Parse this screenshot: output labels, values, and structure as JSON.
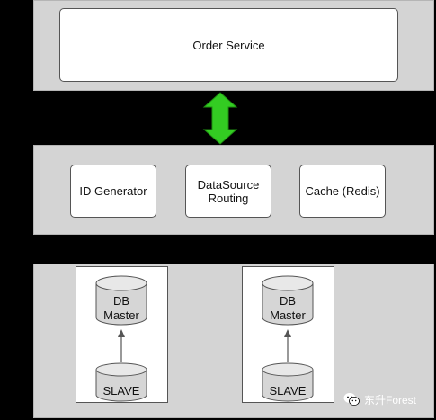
{
  "top_layer": {
    "order_service_label": "Order Service"
  },
  "middle_layer": {
    "id_generator_label": "ID Generator",
    "datasource_routing_label": "DataSource\nRouting",
    "cache_label": "Cache (Redis)"
  },
  "db_layer": {
    "groups": [
      {
        "master_label": "DB\nMaster",
        "slave_label": "SLAVE"
      },
      {
        "master_label": "DB\nMaster",
        "slave_label": "SLAVE"
      }
    ]
  },
  "watermark": {
    "text": "东升Forest"
  },
  "colors": {
    "background": "#000000",
    "layer": "#d4d4d4",
    "arrow_green": "#33cc22",
    "cylinder": "#d6d6d6"
  },
  "icons": {
    "watermark": "wechat-icon"
  }
}
